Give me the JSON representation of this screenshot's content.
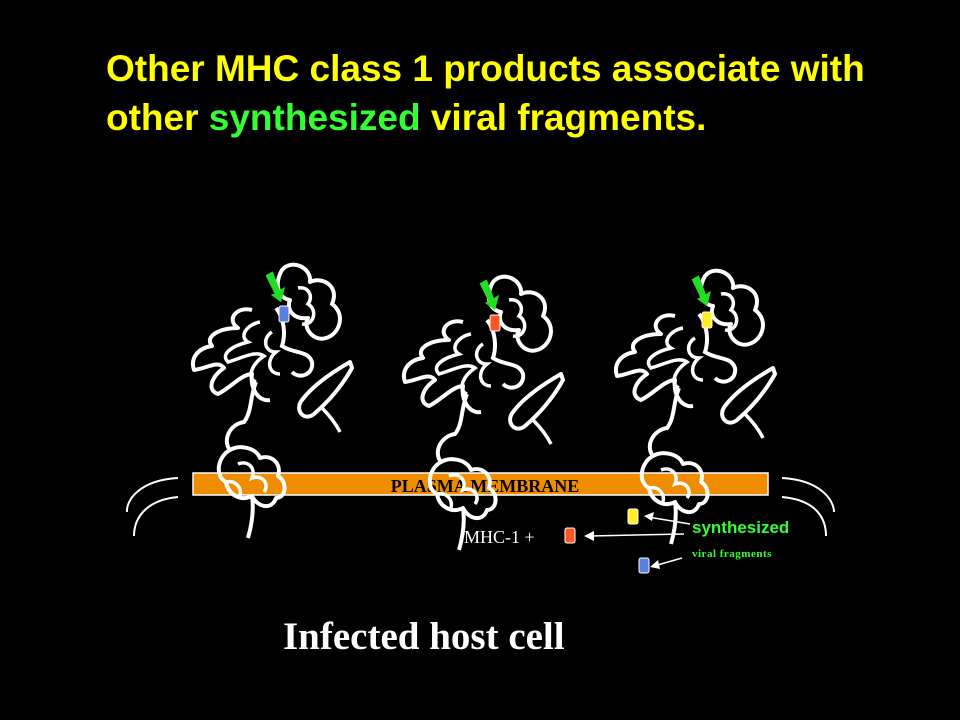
{
  "slide": {
    "title_part1": "Other MHC class 1 products associate with other ",
    "title_highlight": "synthesized",
    "title_part2": " viral fragments.",
    "caption": "Infected host cell"
  },
  "diagram": {
    "membrane_label": "PLASMA MEMBRANE",
    "mhc_label": "MHC-1 +",
    "synth_label": "synthesized",
    "fragments_label": "viral fragments",
    "molecules": [
      {
        "fragment_color": "#5a7fe0"
      },
      {
        "fragment_color": "#ff5522"
      },
      {
        "fragment_color": "#ffee22"
      }
    ],
    "free_fragments": [
      {
        "color": "#ffee22"
      },
      {
        "color": "#ff5522"
      },
      {
        "color": "#5a7fe0"
      }
    ],
    "colors": {
      "title": "#ffff00",
      "highlight": "#33ff33",
      "membrane": "#f08c00",
      "arrow": "#22dd22",
      "caption": "#ffffff"
    }
  }
}
